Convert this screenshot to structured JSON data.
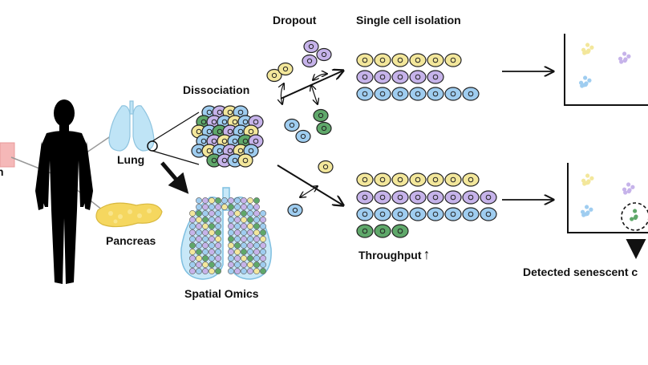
{
  "labels": {
    "dropout": "Dropout",
    "single_cell_isolation": "Single cell isolation",
    "dissociation": "Dissociation",
    "lung": "Lung",
    "pancreas": "Pancreas",
    "spatial_omics": "Spatial Omics",
    "throughput": "Throughput",
    "throughput_arrow": "↑",
    "detected": "Detected senescent c",
    "skin_fragment": "n"
  },
  "colors": {
    "yellow": "#f3e79b",
    "purple": "#c6b3ea",
    "blue": "#9fcdf0",
    "green": "#5fa86a",
    "body": "#000000",
    "lung": "#bfe4f6",
    "pancreas": "#f5d75f"
  }
}
